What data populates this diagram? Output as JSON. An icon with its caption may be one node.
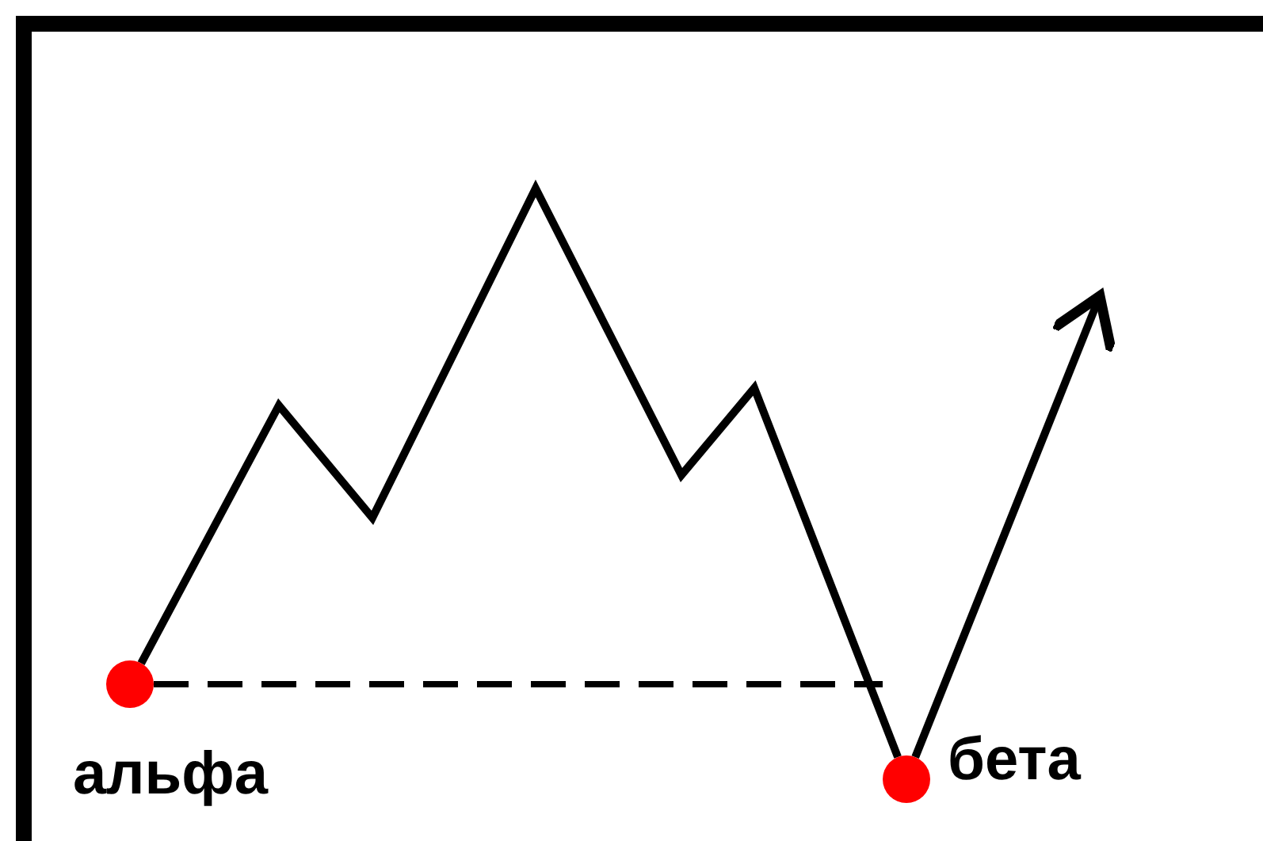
{
  "diagram": {
    "nodes": [
      {
        "text": [],
        "shape": "circle",
        "beside": [
          "альфа"
        ]
      },
      {
        "text": [],
        "shape": "circle",
        "beside": [
          "бета"
        ]
      }
    ],
    "edges": [
      {
        "from": 0,
        "to": 1,
        "arrow": "none"
      },
      {
        "from": 0,
        "to": null,
        "arrow": "none",
        "style": "dashed"
      },
      {
        "from": 1,
        "to": null,
        "arrow": "to"
      }
    ]
  }
}
